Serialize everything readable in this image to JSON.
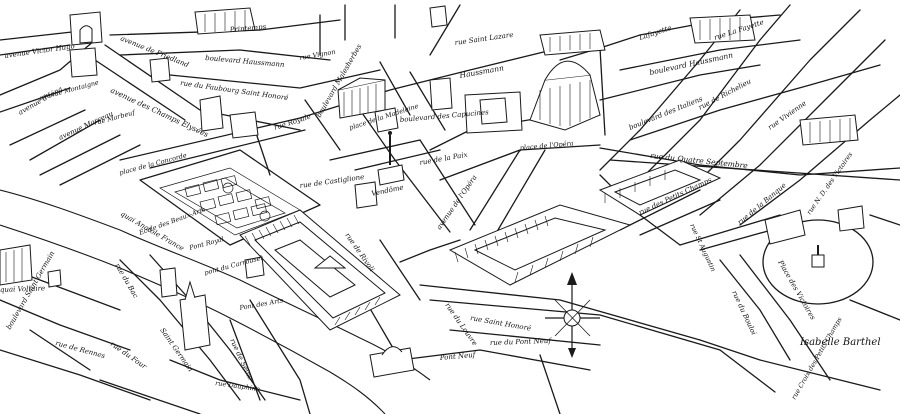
{
  "labels": {
    "avenue_victor_hugo": "avenue Victor Hugo",
    "avenue_iena": "avenue d'Iéna",
    "avenue_friedland": "avenue de Friedland",
    "avenue_marceau": "avenue Marceau",
    "avenue_champs_elysees": "avenue des Champs Elysées",
    "rue_faubourg_st_honore": "rue du Faubourg Saint Honoré",
    "boulevard_malesherbes": "boulevard Malesherbes",
    "boulevard_haussmann_left": "boulevard Haussmann",
    "boulevard_haussmann_mid": "Haussmann",
    "boulevard_haussmann_right": "boulevard Haussmann",
    "galeries_lafayette": "Lafayette",
    "printemps": "Printemps",
    "rue_st_lazare": "rue Saint Lazare",
    "rue_la_fayette": "rue La Fayette",
    "boulevard_des_italiens": "boulevard des Italiens",
    "rue_royale": "rue Royale",
    "place_madeleine": "place de la Madeleine",
    "boulevard_capucines": "boulevard des Capucines",
    "rue_de_la_paix": "rue de la Paix",
    "place_vendome": "Vendôme",
    "rue_castiglione": "rue de Castiglione",
    "place_opera": "place de l'Opéra",
    "avenue_opera": "avenue de l'Opéra",
    "rue_du_quatre_septembre": "rue du Quatre Septembre",
    "rue_de_richelieu": "rue de Richelieu",
    "rue_vivienne": "rue Vivienne",
    "rue_notre_dame_victoires": "rue N. D. des Victoires",
    "rue_petits_champs": "rue des Petits Champs",
    "rue_de_la_banque": "rue de la Banque",
    "place_victoires": "Place des Victoires",
    "croix_petits_champs": "rue Croix des Petits Champs",
    "rue_bouloi": "rue du Bouloi",
    "rue_de_rivoli": "rue de Rivoli",
    "rue_st_honore": "rue Saint Honoré",
    "rue_du_louvre": "rue du Louvre",
    "pont_neuf": "Pont Neuf",
    "rue_du_pont_neuf": "rue du Pont Neuf",
    "place_concorde": "place de la Concorde",
    "quai_anatole_france": "quai Anatole France",
    "pont_royal": "Pont Royal",
    "pont_carrousel": "pont du Carrousel",
    "pont_des_arts": "Pont des Arts",
    "boulevard_st_germain": "boulevard Saint Germain",
    "rue_de_rennes": "rue de Rennes",
    "rue_du_four": "rue du Four",
    "rue_dauphine": "rue Dauphine",
    "rue_de_seine": "rue de Seine",
    "rue_du_bac": "rue du Bac",
    "place_st_germain": "Saint Germain",
    "quai_voltaire": "quai Voltaire",
    "ecole_beaux_arts": "École des Beaux-Arts",
    "rue_montaigne": "avenue Montaigne",
    "rue_marbeuf": "rue Marbeuf",
    "rue_st_augustin": "rue St Augustin",
    "rue_vignon": "rue Vignon"
  },
  "signature": "Isabelle Barthel",
  "ink_color": "#1a1a1a",
  "paper_color": "#ffffff"
}
